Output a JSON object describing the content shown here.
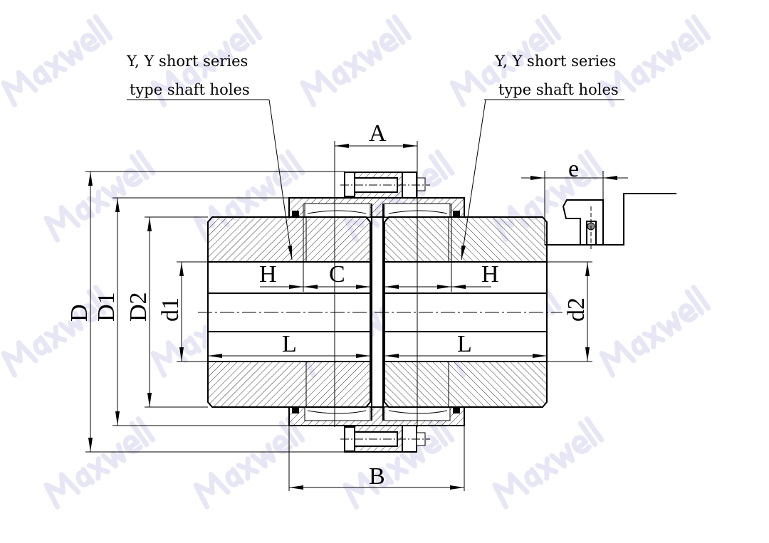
{
  "watermark": "Maxwell",
  "callouts": {
    "left": {
      "line1": "Y, Y short series",
      "line2": "type shaft holes"
    },
    "right": {
      "line1": "Y, Y short series",
      "line2": "type shaft holes"
    }
  },
  "dimensions": {
    "A": "A",
    "B": "B",
    "C": "C",
    "D": "D",
    "D1": "D1",
    "D2": "D2",
    "d1": "d1",
    "d2": "d2",
    "H_left": "H",
    "H_right": "H",
    "L_left": "L",
    "L_right": "L",
    "e": "e"
  }
}
